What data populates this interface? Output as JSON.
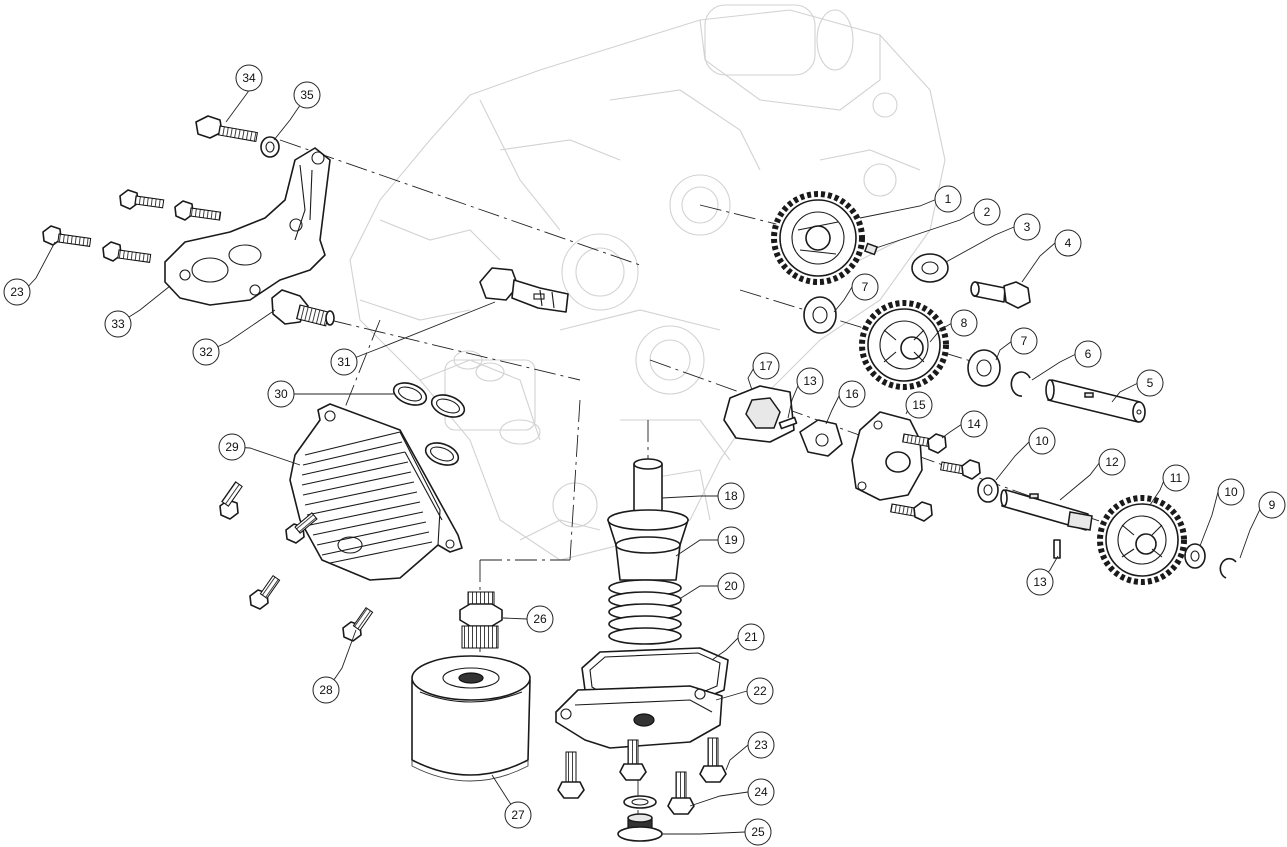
{
  "callouts": [
    {
      "n": "1"
    },
    {
      "n": "2"
    },
    {
      "n": "3"
    },
    {
      "n": "4"
    },
    {
      "n": "5"
    },
    {
      "n": "6"
    },
    {
      "n": "7"
    },
    {
      "n": "7"
    },
    {
      "n": "8"
    },
    {
      "n": "9"
    },
    {
      "n": "10"
    },
    {
      "n": "10"
    },
    {
      "n": "11"
    },
    {
      "n": "12"
    },
    {
      "n": "13"
    },
    {
      "n": "13"
    },
    {
      "n": "14"
    },
    {
      "n": "15"
    },
    {
      "n": "16"
    },
    {
      "n": "17"
    },
    {
      "n": "18"
    },
    {
      "n": "19"
    },
    {
      "n": "20"
    },
    {
      "n": "21"
    },
    {
      "n": "22"
    },
    {
      "n": "23"
    },
    {
      "n": "23"
    },
    {
      "n": "24"
    },
    {
      "n": "25"
    },
    {
      "n": "26"
    },
    {
      "n": "27"
    },
    {
      "n": "28"
    },
    {
      "n": "29"
    },
    {
      "n": "30"
    },
    {
      "n": "31"
    },
    {
      "n": "32"
    },
    {
      "n": "33"
    },
    {
      "n": "34"
    },
    {
      "n": "35"
    }
  ]
}
